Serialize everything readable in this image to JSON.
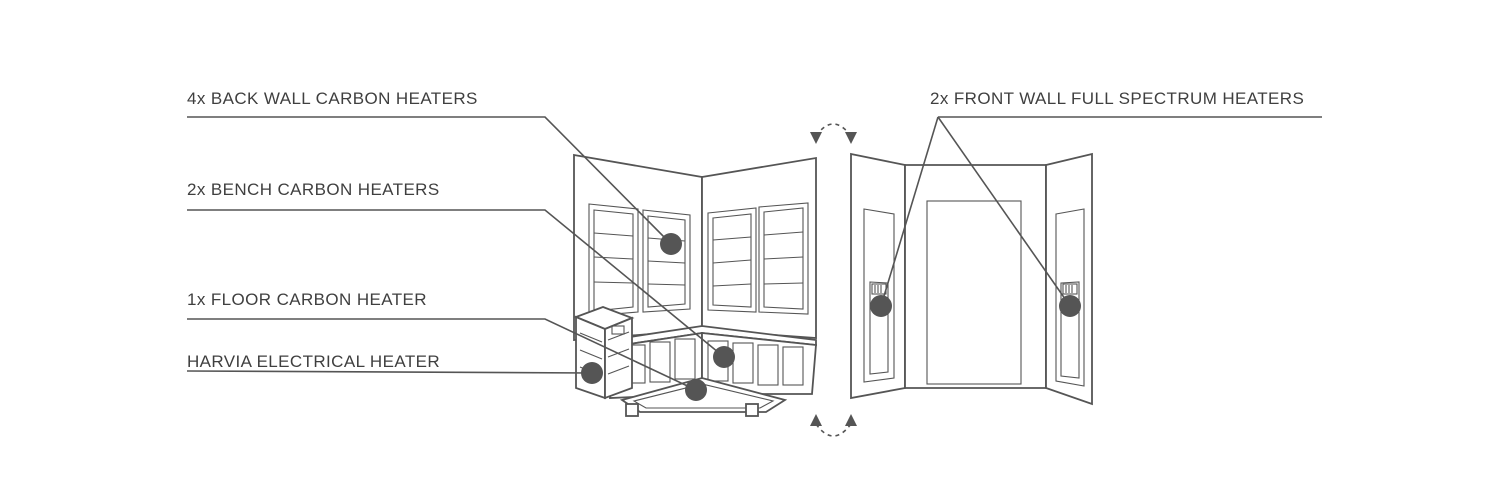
{
  "diagram": {
    "labels": {
      "back_wall": "4x BACK WALL CARBON HEATERS",
      "bench": "2x BENCH CARBON HEATERS",
      "floor": "1x FLOOR CARBON HEATER",
      "harvia": "HARVIA ELECTRICAL HEATER",
      "front_wall": "2x FRONT WALL FULL SPECTRUM HEATERS"
    }
  }
}
